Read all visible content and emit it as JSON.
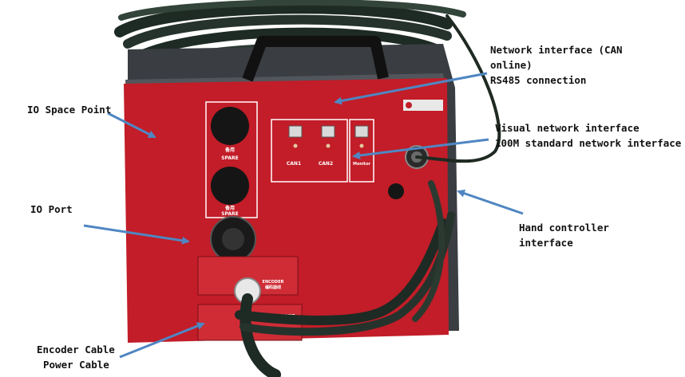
{
  "colors": {
    "arrow": "#4f86c2",
    "panel": "#c21d28",
    "box_outline": "#ffffff",
    "cable": "#1e2a24"
  },
  "callouts": {
    "network_line1": "Network interface (CAN",
    "network_line2": "online)",
    "network_line3": "RS485 connection",
    "io_space": "IO Space Point",
    "visual_line1": "Visual network interface",
    "visual_line2": "100M standard network interface",
    "io_port": "IO Port",
    "hand_line1": "Hand controller",
    "hand_line2": "interface",
    "encoder_cable": "Encoder Cable",
    "power_cable": "Power Cable"
  },
  "plate": {
    "spare_cn": "备用",
    "spare_en": "SPARE",
    "can1": "CAN1",
    "can2": "CAN2",
    "monitor": "Monitor",
    "encoder_en": "ENCODER",
    "encoder_cn": "编码器线",
    "power_en": "POWER LINE",
    "power_cn": "动力线"
  }
}
